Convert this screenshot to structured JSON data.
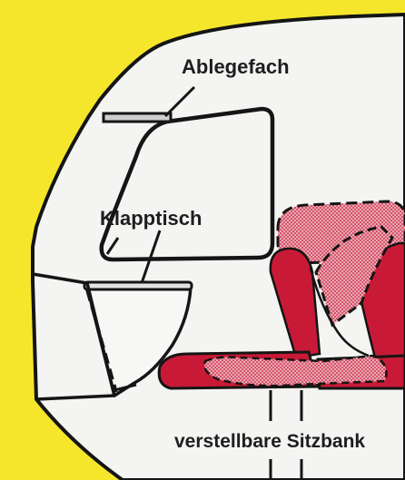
{
  "labels": {
    "storage_compartment": "Ablegefach",
    "folding_table": "Klapptisch",
    "adjustable_bench": "verstellbare Sitzbank"
  },
  "colors": {
    "background": "#f5e62c",
    "body": "#f4f4f2",
    "outline": "#151515",
    "seat_red": "#c81a36",
    "seat_pink": "#e9a6b2",
    "window_gray": "#d9d9d9"
  }
}
